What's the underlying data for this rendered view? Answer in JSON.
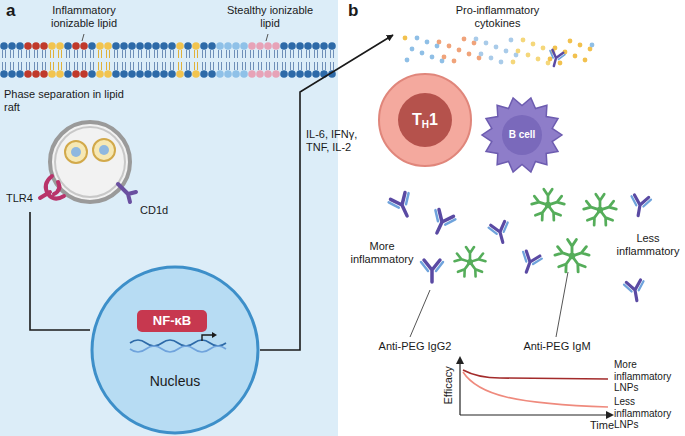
{
  "diagram": {
    "nodes": [
      {
        "text": [
          "Nucleus"
        ]
      },
      {
        "text": [
          "NF-κB"
        ],
        "in": 0
      },
      {
        "text": [
          "Pro-inflammatory cytokines"
        ]
      },
      {
        "text": [
          "T",
          "H",
          "1"
        ]
      },
      {
        "text": [
          "B cell"
        ]
      }
    ],
    "edges": [
      {
        "from": 0,
        "to": 2,
        "arrow": "to",
        "label": "IL-6, IFNγ, TNF, IL-2"
      }
    ],
    "labels": [
      "a",
      "b",
      "Inflammatory ionizable lipid",
      "Stealthy ionizable lipid",
      "Phase separation in lipid raft",
      "TLR4",
      "CD1d",
      "More inflammatory",
      "Less inflammatory",
      "Anti-PEG IgG2",
      "Anti-PEG IgM",
      "Efficacy",
      "Time",
      "More inflammatory LNPs",
      "Less inflammatory LNPs"
    ]
  }
}
